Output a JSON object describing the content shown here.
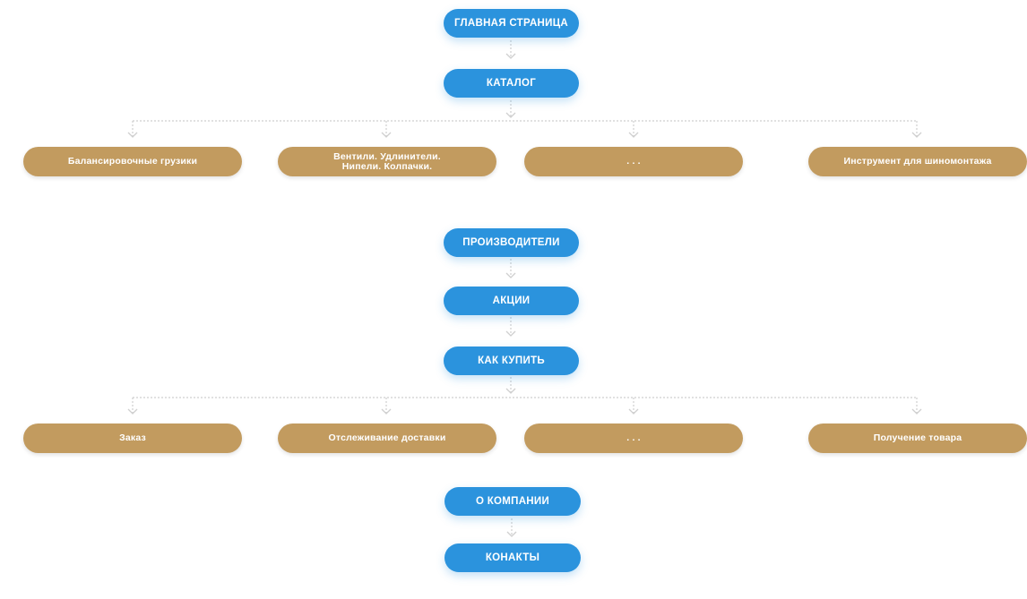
{
  "nav": {
    "home": "ГЛАВНАЯ СТРАНИЦА",
    "catalog": "КАТАЛОГ",
    "manufacturers": "ПРОИЗВОДИТЕЛИ",
    "promotions": "АКЦИИ",
    "how_to_buy": "КАК КУПИТЬ",
    "about": "О КОМПАНИИ",
    "contacts": "КОНАКТЫ"
  },
  "catalog_items": [
    "Балансировочные грузики",
    "Вентили. Удлинители.\nНипели. Колпачки.",
    ". . .",
    "Инструмент для шиномонтажа"
  ],
  "how_to_buy_items": [
    "Заказ",
    "Отслеживание доставки",
    ". . .",
    "Получение товара"
  ],
  "colors": {
    "primary": "#2b93dd",
    "secondary": "#c29b5f",
    "connector": "#cfcfcf"
  }
}
